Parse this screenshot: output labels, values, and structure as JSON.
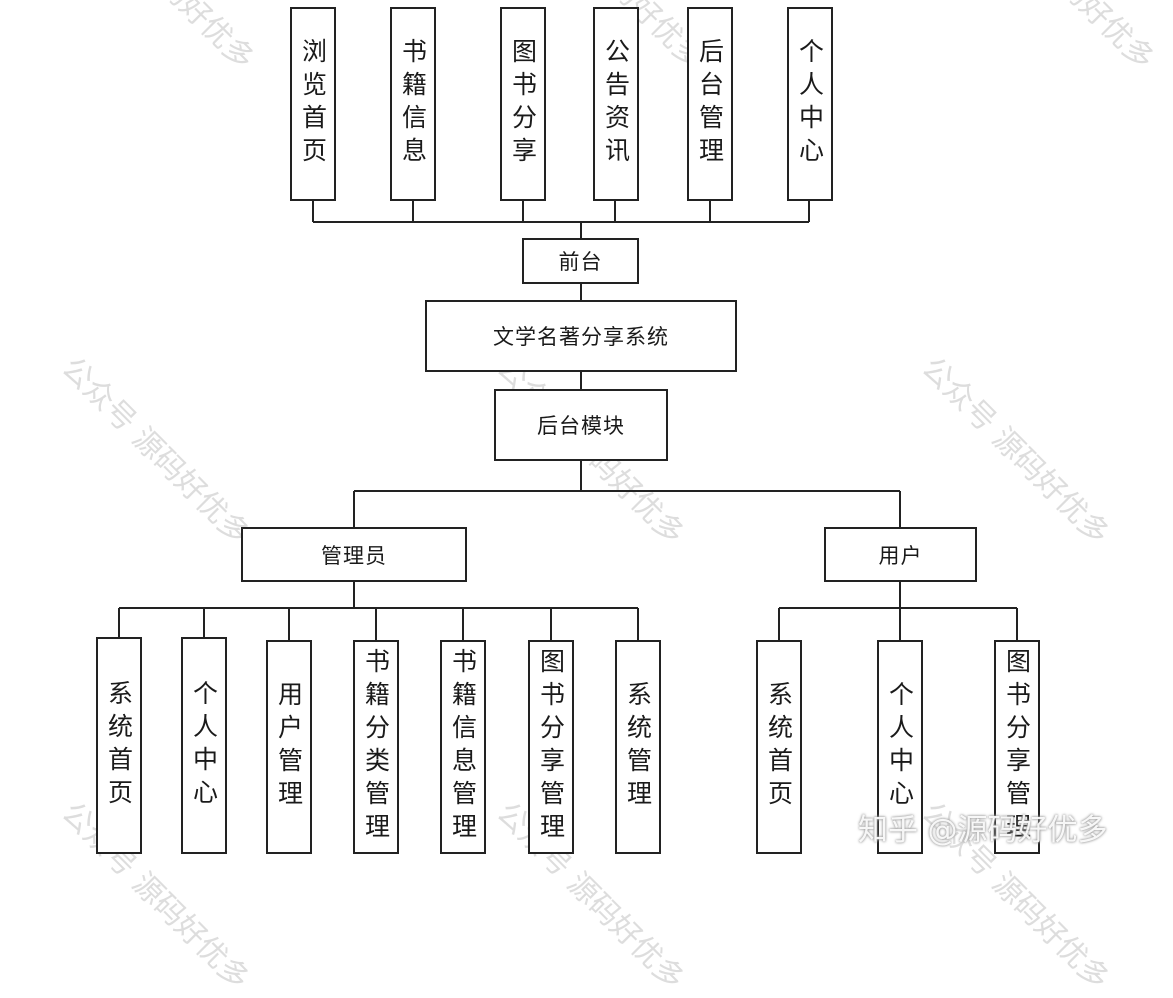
{
  "top_modules": [
    "浏览首页",
    "书籍信息",
    "图书分享",
    "公告资讯",
    "后台管理",
    "个人中心"
  ],
  "frontend": "前台",
  "system": "文学名著分享系统",
  "backend": "后台模块",
  "admin": {
    "label": "管理员",
    "modules": [
      "系统首页",
      "个人中心",
      "用户管理",
      "书籍分类管理",
      "书籍信息管理",
      "图书分享管理",
      "系统管理"
    ]
  },
  "user": {
    "label": "用户",
    "modules": [
      "系统首页",
      "个人中心",
      "图书分享管理"
    ]
  },
  "watermark": {
    "text": "公众号 源码好优多",
    "brand": "知乎 @源码好优多"
  }
}
